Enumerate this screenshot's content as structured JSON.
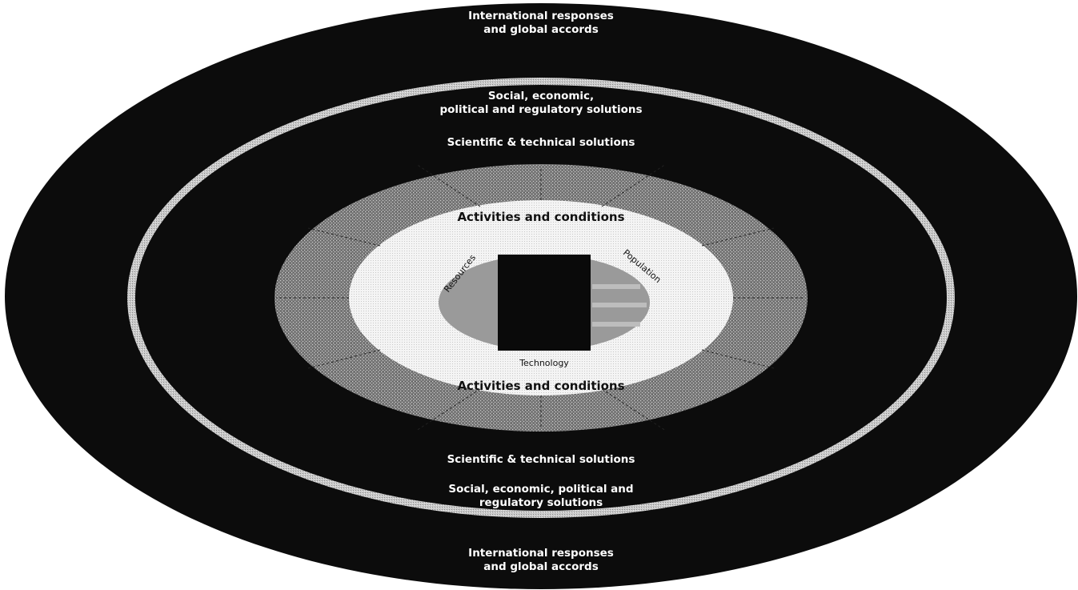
{
  "outer_ring": {
    "label_top": [
      "International responses",
      "and global accords"
    ],
    "label_bottom": [
      "International responses",
      "and global accords"
    ]
  },
  "social_ring": {
    "label_top": [
      "Social, economic,",
      "political and regulatory solutions"
    ],
    "label_bottom": [
      "Social, economic, political and",
      "regulatory solutions"
    ]
  },
  "scientific_ring": {
    "label_top": "Scientific & technical solutions",
    "label_bottom": "Scientific & technical solutions"
  },
  "activities_ring": {
    "label_top": "Activities and conditions",
    "label_bottom": "Activities and conditions"
  },
  "driver_ring": {
    "resources": "Resources",
    "population": "Population",
    "technology": "Technology"
  },
  "colors": {
    "outer_dark": "#0c0c0c",
    "separator_ring": "#bdbdbd",
    "stipple_ring": "#8a8a8a",
    "activities_light": "#f2f2f2",
    "core_grey": "#9a9a9a",
    "core_center": "#0a0a0a"
  }
}
